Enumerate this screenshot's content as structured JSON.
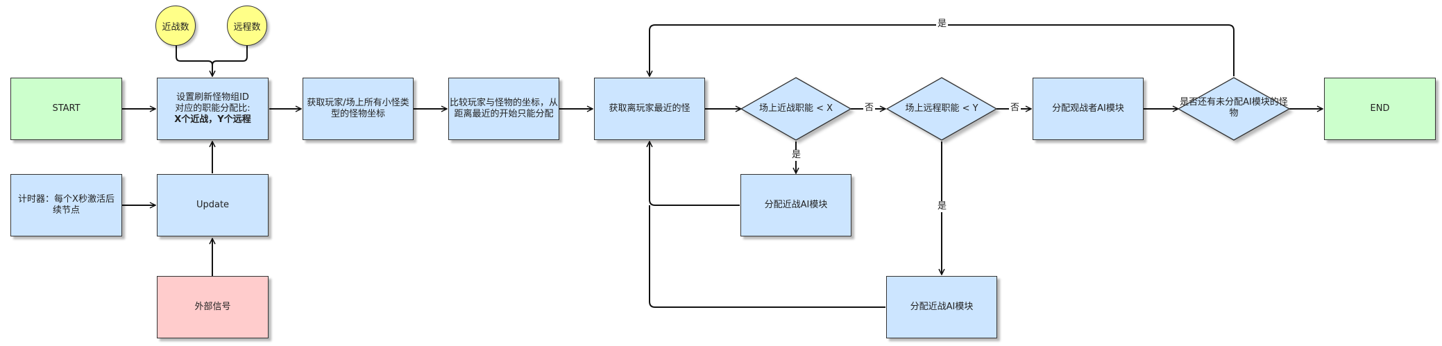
{
  "nodes": {
    "start": "START",
    "melee_count": "近战数",
    "ranged_count": "远程数",
    "setup_line1": "设置刷新怪物组ID",
    "setup_line2": "对应的职能分配比:",
    "setup_line3": "X个近战，Y个远程",
    "get_coords": "获取玩家/场上所有小怪类型的怪物坐标",
    "compare": "比较玩家与怪物的坐标，从距离最近的开始只能分配",
    "get_nearest": "获取离玩家最近的怪",
    "melee_check": "场上近战职能 < X",
    "ranged_check": "场上远程职能 < Y",
    "assign_spectator": "分配观战者AI模块",
    "remaining_check": "是否还有未分配AI模块的怪物",
    "end": "END",
    "timer": "计时器：每个X秒激活后续节点",
    "update": "Update",
    "external": "外部信号",
    "assign_melee_1": "分配近战AI模块",
    "assign_melee_2": "分配近战AI模块"
  },
  "edge_labels": {
    "no_1": "否",
    "no_2": "否",
    "yes_melee": "是",
    "yes_ranged": "是",
    "yes_loop": "是"
  },
  "colors": {
    "green": "#ccffcc",
    "blue": "#cce5ff",
    "pink": "#ffcccc",
    "yellow": "#ffff88"
  }
}
